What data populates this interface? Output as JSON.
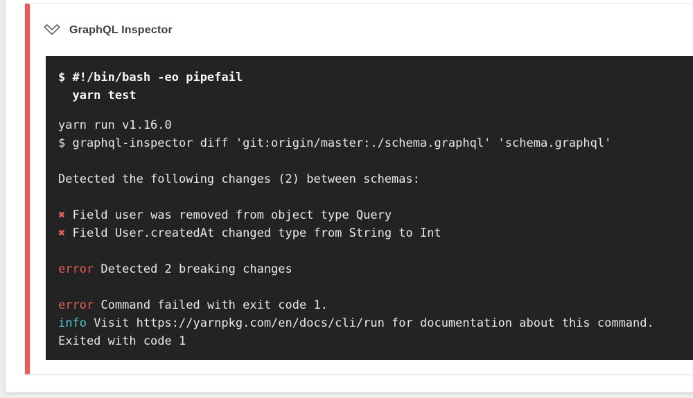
{
  "page": {
    "background": "#ececec"
  },
  "step": {
    "title": "GraphQL Inspector",
    "status_stripe_color": "#e45d5d",
    "collapse_icon": "chevron-down-icon"
  },
  "terminal": {
    "background": "#232323",
    "colors": {
      "default": "#e9e9e9",
      "bold": "#fafafa",
      "red": "#e0605e",
      "cyan": "#56c5d5"
    },
    "command_lines": [
      "$ #!/bin/bash -eo pipefail",
      "  yarn test"
    ],
    "output_lines": [
      {
        "segments": [
          {
            "t": "yarn run v1.16.0"
          }
        ]
      },
      {
        "segments": [
          {
            "t": "$ graphql-inspector diff 'git:origin/master:./schema.graphql' 'schema.graphql'"
          }
        ]
      },
      {
        "segments": []
      },
      {
        "segments": [
          {
            "t": "Detected the following changes (2) between schemas:"
          }
        ]
      },
      {
        "segments": []
      },
      {
        "segments": [
          {
            "t": "✖",
            "c": "red"
          },
          {
            "t": " Field user was removed from object type Query"
          }
        ]
      },
      {
        "segments": [
          {
            "t": "✖",
            "c": "red"
          },
          {
            "t": " Field User.createdAt changed type from String to Int"
          }
        ]
      },
      {
        "segments": []
      },
      {
        "segments": [
          {
            "t": "error",
            "c": "red"
          },
          {
            "t": " Detected 2 breaking changes"
          }
        ]
      },
      {
        "segments": []
      },
      {
        "segments": [
          {
            "t": "error",
            "c": "red"
          },
          {
            "t": " Command failed with exit code 1."
          }
        ]
      },
      {
        "segments": [
          {
            "t": "info",
            "c": "cyan"
          },
          {
            "t": " Visit https://yarnpkg.com/en/docs/cli/run for documentation about this command."
          }
        ]
      },
      {
        "segments": [
          {
            "t": "Exited with code 1"
          }
        ]
      }
    ]
  }
}
